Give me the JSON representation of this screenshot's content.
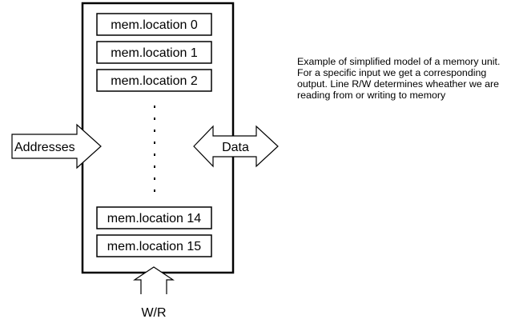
{
  "memory": {
    "locations_top": [
      "mem.location 0",
      "mem.location 1",
      "mem.location 2"
    ],
    "locations_bottom": [
      "mem.location 14",
      "mem.location 15"
    ]
  },
  "arrows": {
    "addresses": "Addresses",
    "data": "Data",
    "wr": "W/R"
  },
  "caption": "Example of simplified model of a memory unit. For a specific input we get a corresponding output. Line R/W determines wheather we are reading from or writing to memory"
}
